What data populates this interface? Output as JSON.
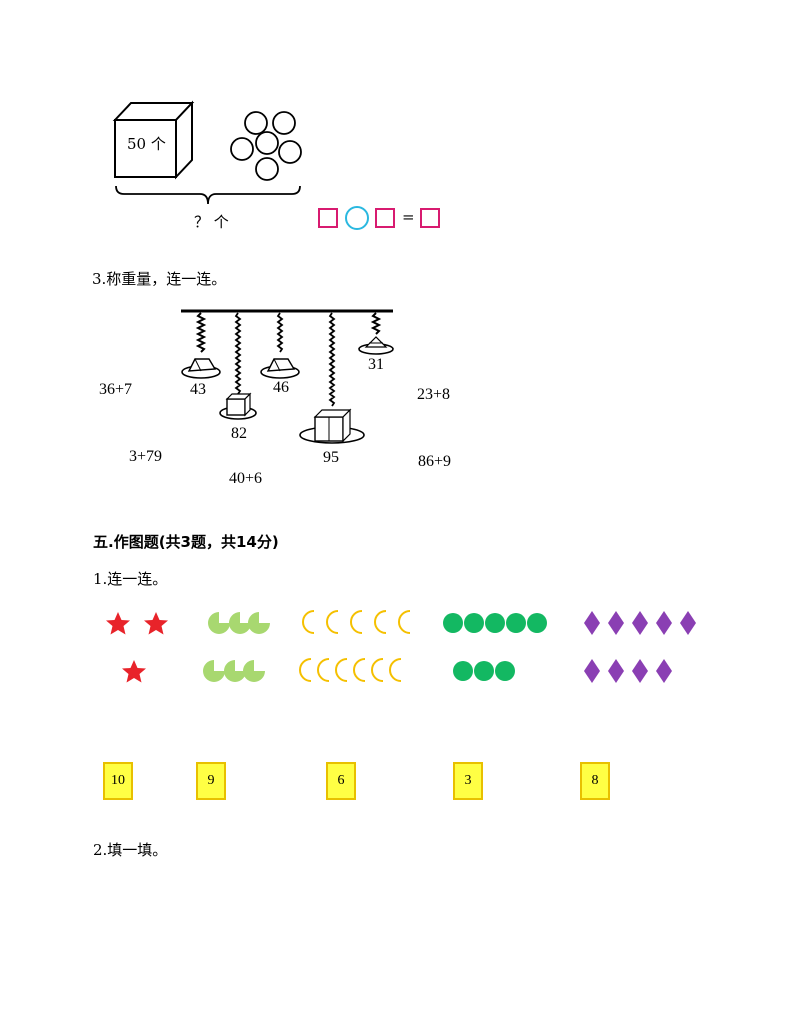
{
  "problem_box": {
    "box_label": "50 个",
    "question": "？ 个",
    "equals": "="
  },
  "q3": {
    "title": "3.称重量，连一连。",
    "weights": [
      "43",
      "46",
      "31",
      "82",
      "95"
    ],
    "expressions": [
      "36+7",
      "23+8",
      "3+79",
      "86+9",
      "40+6"
    ]
  },
  "section5": {
    "title": "五.作图题(共3题，共14分)"
  },
  "q1": {
    "title": "1.连一连。",
    "cards": [
      "10",
      "9",
      "6",
      "3",
      "8"
    ]
  },
  "q2": {
    "title": "2.填一填。"
  },
  "colors": {
    "star": "#e8232a",
    "leaf": "#a8d870",
    "moon_fill": "#e83030",
    "moon_edge": "#f5c000",
    "dot": "#13b862",
    "diamond": "#8a3fb3",
    "answer_square": "#d81b70",
    "answer_circle": "#2ab8e0",
    "card_fill": "#ffff44"
  }
}
